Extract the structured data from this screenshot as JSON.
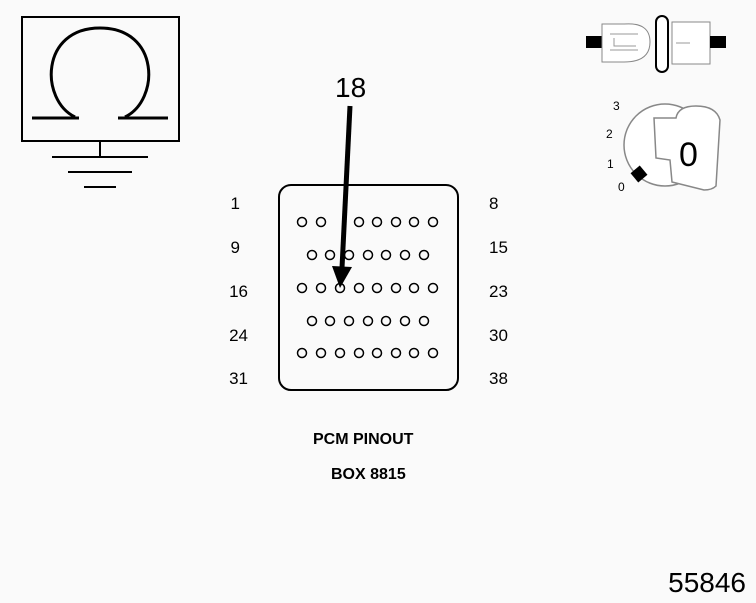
{
  "diagram": {
    "callout_pin": "18",
    "pin_labels": {
      "left": [
        "1",
        "9",
        "16",
        "24",
        "31"
      ],
      "right": [
        "8",
        "15",
        "23",
        "30",
        "38"
      ]
    },
    "caption": {
      "line1": "PCM PINOUT",
      "line2": "BOX 8815"
    },
    "ignition_key": {
      "positions": [
        "3",
        "2",
        "1",
        "0"
      ],
      "key_value": "0"
    },
    "figure_id": "55846",
    "icons": [
      "ohmmeter-ground-icon",
      "connector-icon",
      "ignition-key-icon",
      "arrow-icon"
    ]
  }
}
